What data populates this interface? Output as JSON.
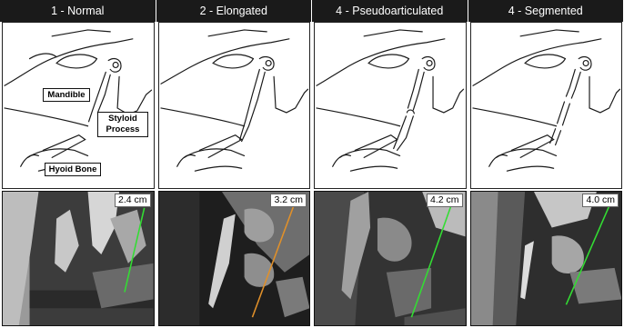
{
  "panels": [
    {
      "header": "1 - Normal",
      "measurement": "2.4 cm",
      "line_color": "#33dd33"
    },
    {
      "header": "2 - Elongated",
      "measurement": "3.2 cm",
      "line_color": "#e0902a"
    },
    {
      "header": "4 - Pseudoarticulated",
      "measurement": "4.2 cm",
      "line_color": "#33dd33"
    },
    {
      "header": "4 - Segmented",
      "measurement": "4.0 cm",
      "line_color": "#33dd33"
    }
  ],
  "annotations": {
    "mandible": "Mandible",
    "styloid_line1": "Styloid",
    "styloid_line2": "Process",
    "hyoid": "Hyoid Bone"
  },
  "colors": {
    "header_bg": "#1a1a1a",
    "header_text": "#ffffff",
    "sketch_ink": "#1a1a1a"
  }
}
